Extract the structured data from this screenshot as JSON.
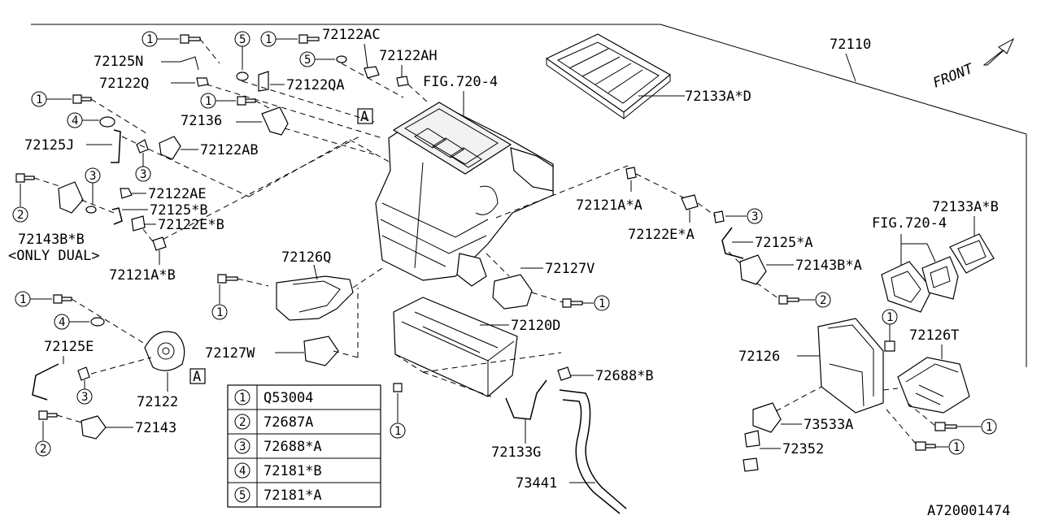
{
  "diagram_id": "A720001474",
  "front_label": "FRONT",
  "ref_A": "A",
  "callouts": {
    "c72110": "72110",
    "c72133AD": "72133A*D",
    "c72122AC": "72122AC",
    "c72122AH": "72122AH",
    "c72125N": "72125N",
    "c72122Q": "72122Q",
    "c72122QA": "72122QA",
    "fig1": "FIG.720-4",
    "c72136": "72136",
    "c72125J": "72125J",
    "c72122AB": "72122AB",
    "c72122AE": "72122AE",
    "c72125B": "72125*B",
    "c72122EB": "72122E*B",
    "c72143BB": "72143B*B",
    "only_dual": "<ONLY DUAL>",
    "c72121AB": "72121A*B",
    "c72126Q": "72126Q",
    "c72121AA": "72121A*A",
    "c72122EA": "72122E*A",
    "c72125A": "72125*A",
    "c72143BA": "72143B*A",
    "c72127V": "72127V",
    "c72133AB": "72133A*B",
    "fig2": "FIG.720-4",
    "c72120D": "72120D",
    "c72127W": "72127W",
    "c72125E": "72125E",
    "c72122": "72122",
    "c72143": "72143",
    "c72688B": "72688*B",
    "c72133G": "72133G",
    "c73441": "73441",
    "c72126": "72126",
    "c72126T": "72126T",
    "c73533A": "73533A",
    "c72352": "72352"
  },
  "legend": [
    {
      "num": "1",
      "part": "Q53004"
    },
    {
      "num": "2",
      "part": "72687A"
    },
    {
      "num": "3",
      "part": "72688*A"
    },
    {
      "num": "4",
      "part": "72181*B"
    },
    {
      "num": "5",
      "part": "72181*A"
    }
  ]
}
